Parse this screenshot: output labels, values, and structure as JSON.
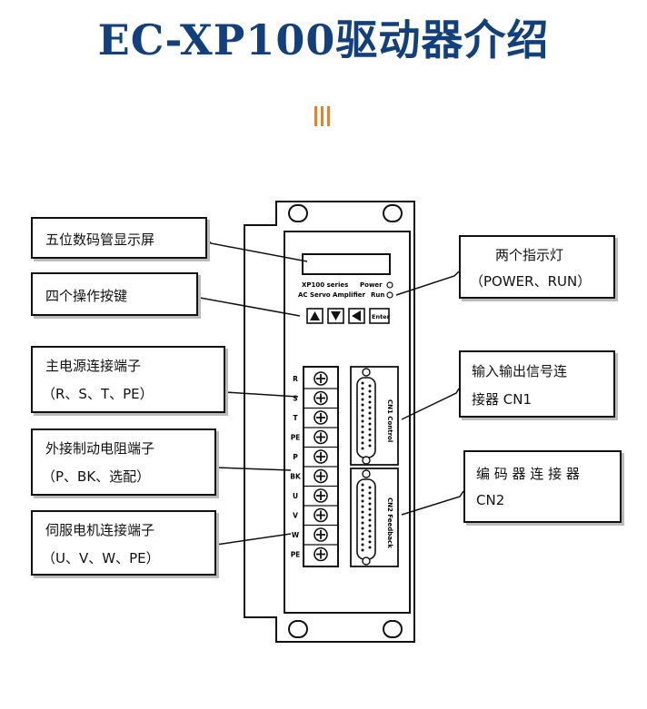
{
  "title": "EC-XP100驱动器介绍",
  "accent_color": "#12407c",
  "divider_color": "#e8822a",
  "device": {
    "series": "XP100 series",
    "model": "AC Servo Amplifier",
    "power_label": "Power",
    "run_label": "Run",
    "enter_label": "Enter",
    "cn1_label": "CN1 Control",
    "cn2_label": "CN2 Feedback",
    "terminals": [
      "R",
      "S",
      "T",
      "PE",
      "P",
      "BK",
      "U",
      "V",
      "W",
      "PE"
    ],
    "buttons": [
      "up-arrow-icon",
      "down-arrow-icon",
      "left-arrow-icon"
    ]
  },
  "callouts": {
    "display": {
      "line1": "五位数码管显示屏"
    },
    "keys": {
      "line1": "四个操作按键"
    },
    "power_input": {
      "line1": "主电源连接端子",
      "line2": "（R、S、T、PE）"
    },
    "brake": {
      "line1": "外接制动电阻端子",
      "line2": "（P、BK、选配）"
    },
    "motor": {
      "line1": "伺服电机连接端子",
      "line2": "（U、V、W、PE）"
    },
    "indicators": {
      "line1": "两个指示灯",
      "line2": "（POWER、RUN）"
    },
    "cn1": {
      "line1": "输入输出信号连",
      "line2": "接器 CN1"
    },
    "cn2": {
      "line1": "编 码 器 连 接 器",
      "line2": "CN2"
    }
  }
}
